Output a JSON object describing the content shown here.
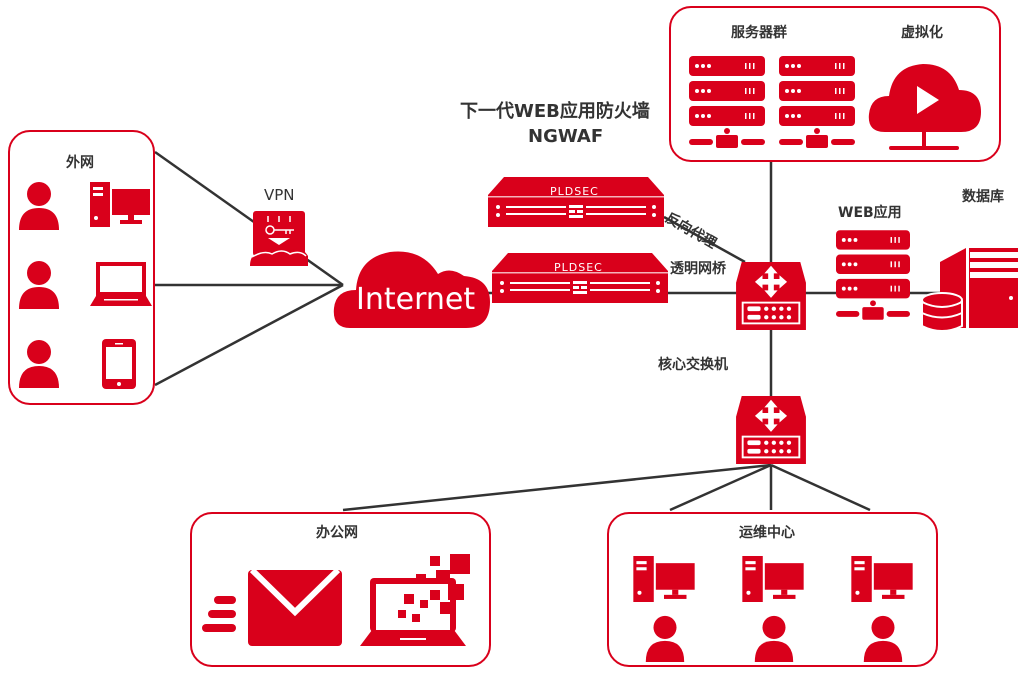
{
  "colors": {
    "brand_red": "#d9001b",
    "line": "#333333",
    "text": "#333333",
    "white": "#ffffff"
  },
  "title": {
    "line1": "下一代WEB应用防火墙",
    "line2": "NGWAF"
  },
  "external_network": {
    "label": "外网",
    "devices": [
      "desktop-icon",
      "laptop-icon",
      "phone-icon"
    ]
  },
  "vpn": {
    "label": "VPN"
  },
  "internet": {
    "label": "Internet"
  },
  "firewalls": [
    {
      "brand": "PLDSEC",
      "mode": "反向代理"
    },
    {
      "brand": "PLDSEC",
      "mode": "透明网桥"
    }
  ],
  "server_cluster": {
    "label": "服务器群",
    "virtual_label": "虚拟化"
  },
  "web_app": {
    "label": "WEB应用"
  },
  "database": {
    "label": "数据库"
  },
  "core_switch": {
    "label": "核心交换机"
  },
  "office": {
    "label": "办公网"
  },
  "ops_center": {
    "label": "运维中心"
  }
}
